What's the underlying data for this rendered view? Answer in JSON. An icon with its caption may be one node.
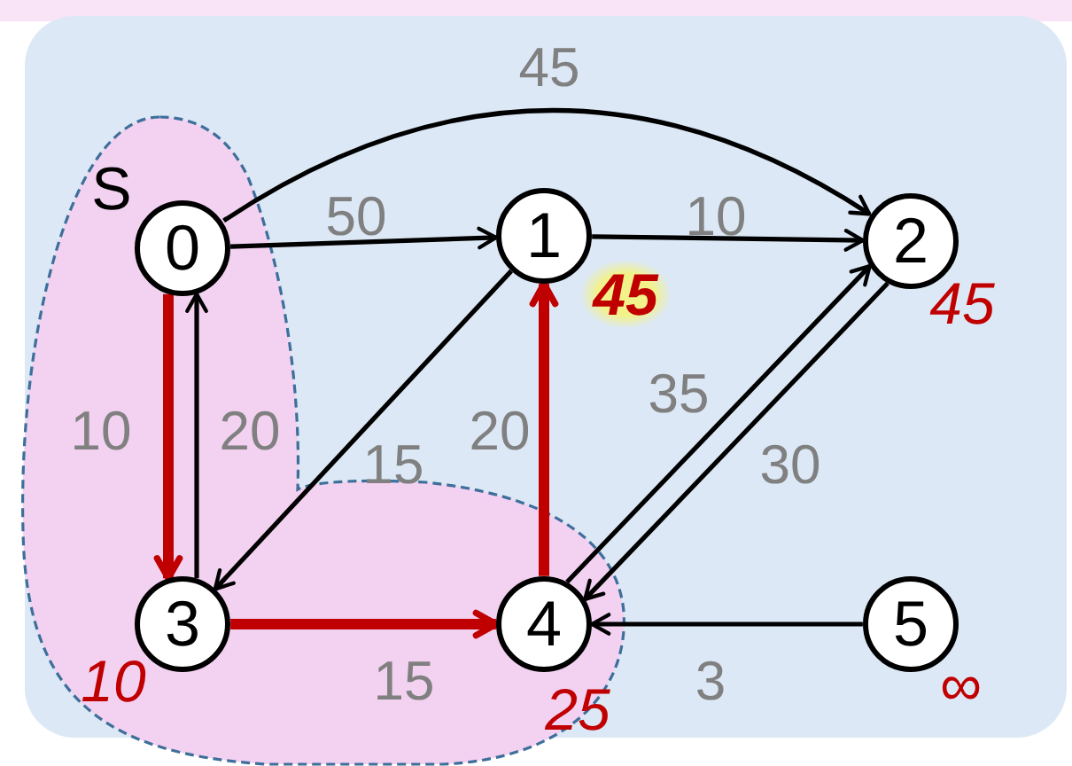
{
  "diagram": {
    "nodes": [
      {
        "text": [
          "0"
        ]
      },
      {
        "text": [
          "1"
        ],
        "beside": [
          "45"
        ]
      },
      {
        "text": [
          "2"
        ],
        "beside": [
          "45"
        ]
      },
      {
        "text": [
          "3"
        ],
        "beside": [
          "10"
        ]
      },
      {
        "text": [
          "4"
        ],
        "beside": [
          "25"
        ]
      },
      {
        "text": [
          "5"
        ],
        "beside": [
          "∞"
        ]
      }
    ],
    "edges": [
      {
        "from": 0,
        "to": 2,
        "arrow": "to",
        "label": "45"
      },
      {
        "from": 0,
        "to": 1,
        "arrow": "to",
        "label": "50"
      },
      {
        "from": 1,
        "to": 2,
        "arrow": "to",
        "label": "10"
      },
      {
        "from": 0,
        "to": 3,
        "arrow": "to",
        "label": "10",
        "style": "thick",
        "color": "#c00000"
      },
      {
        "from": 3,
        "to": 0,
        "arrow": "to",
        "label": "20"
      },
      {
        "from": 1,
        "to": 3,
        "arrow": "to",
        "label": "15"
      },
      {
        "from": 4,
        "to": 1,
        "arrow": "to",
        "label": "20",
        "style": "thick",
        "color": "#c00000"
      },
      {
        "from": 4,
        "to": 2,
        "arrow": "to",
        "label": "35"
      },
      {
        "from": 2,
        "to": 4,
        "arrow": "to",
        "label": "30"
      },
      {
        "from": 3,
        "to": 4,
        "arrow": "to",
        "label": "15",
        "style": "thick",
        "color": "#c00000"
      },
      {
        "from": 5,
        "to": 4,
        "arrow": "to",
        "label": "3"
      }
    ],
    "labels": [
      "S"
    ]
  }
}
